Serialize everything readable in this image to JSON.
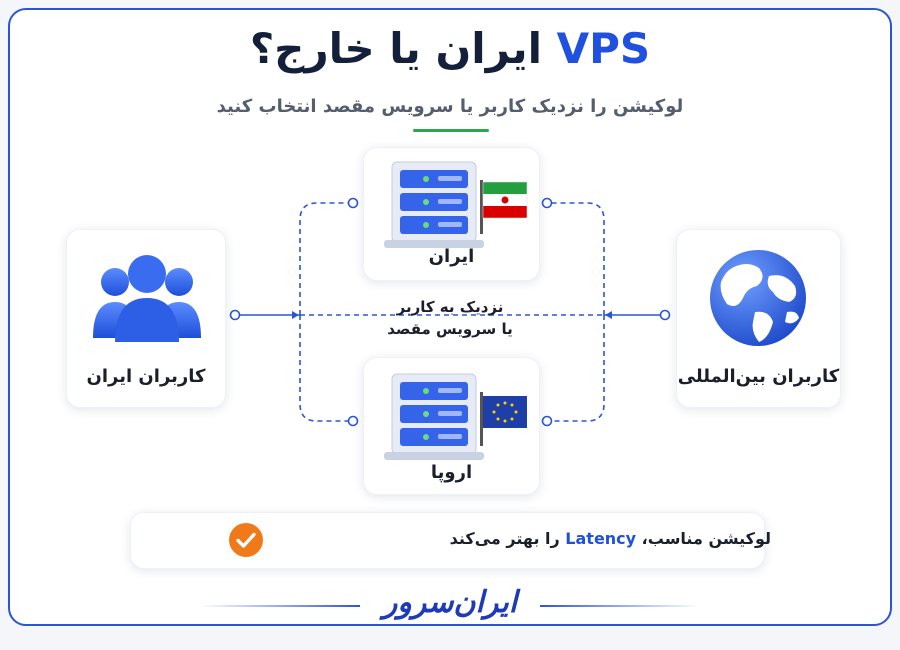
{
  "title": {
    "accent": "VPS",
    "main": "ایران یا خارج؟"
  },
  "subtitle": "لوکیشن را نزدیک کاربر یا سرویس مقصد انتخاب کنید",
  "nodes": {
    "iran_users": "کاربران ایران",
    "international_users": "کاربران بین‌المللی",
    "iran_server": "ایران",
    "europe_server": "اروپا"
  },
  "center": {
    "line1": "نزدیک به کاربر",
    "line2": "یا سرویس مقصد"
  },
  "banner": {
    "before": "لوکیشن مناسب،",
    "keyword": "Latency",
    "after": "را بهتر می‌کند"
  },
  "logo": "ایران‌سرور",
  "colors": {
    "accent": "#2050e0",
    "frame": "#2b55d9",
    "check": "#f07a1a",
    "underline": "#2aa84a"
  },
  "icons": [
    "users-group-icon",
    "globe-icon",
    "server-rack-icon",
    "iran-flag-icon",
    "eu-flag-icon",
    "check-circle-icon"
  ]
}
